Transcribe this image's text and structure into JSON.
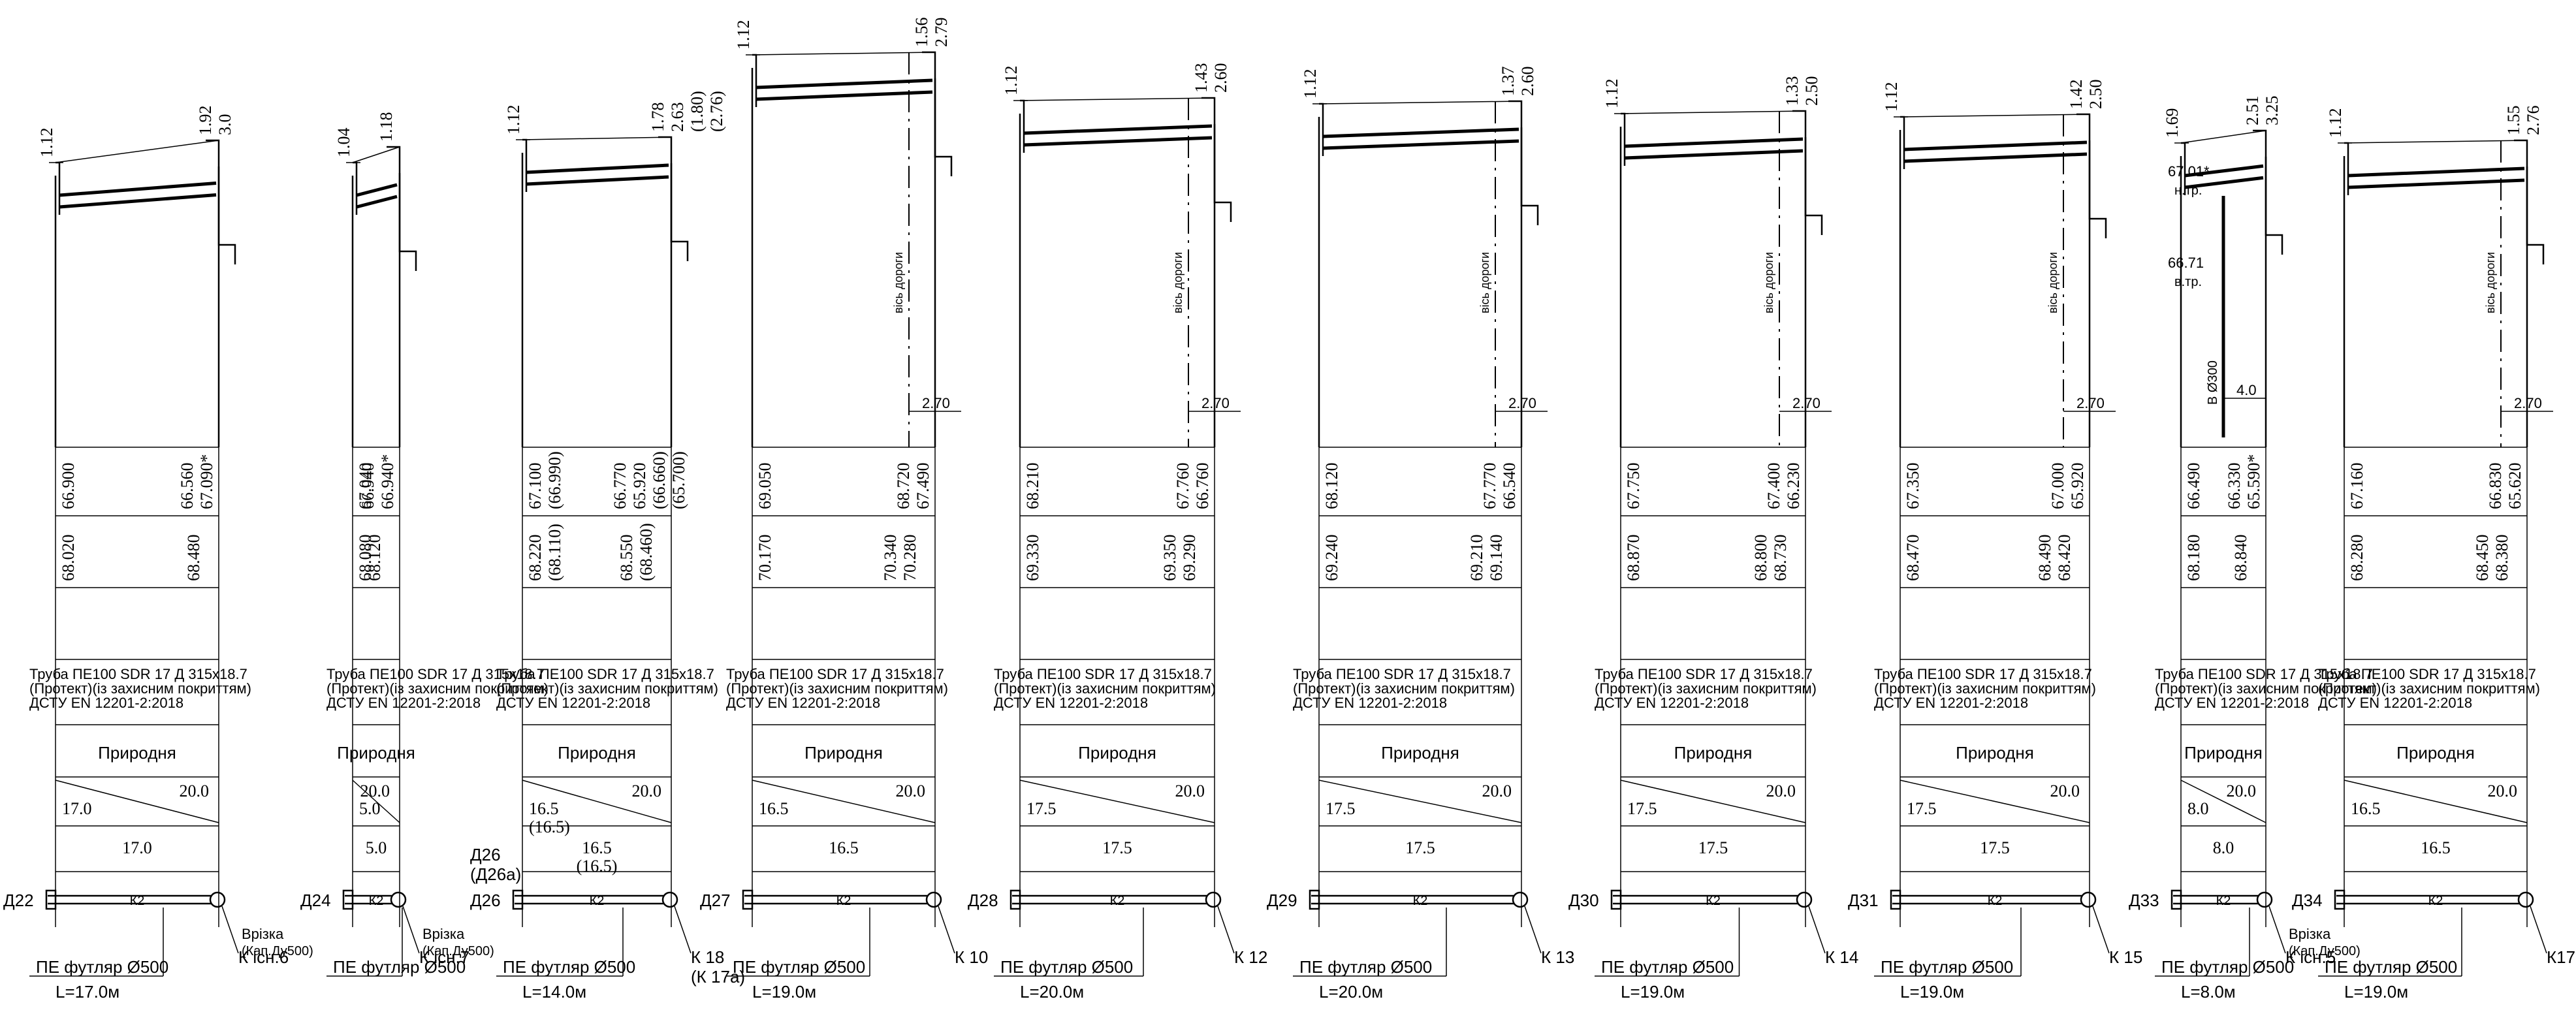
{
  "labels": {
    "pipe_title_line1": "Труба   ПЕ100 SDR 17 Д 315x18.7",
    "pipe_title_line2": "(Протект)(із захисним покриттям)",
    "pipe_title_line3": "ДСТУ EN 12201-2:2018",
    "soil": "Природня",
    "axis_road": "вісь дороги",
    "cover": "ПЕ футляр Ø500",
    "pipe_code": "К2",
    "offset": "2.70"
  },
  "profiles": [
    {
      "id": "Д22",
      "top_left": "1.12",
      "top_right": [
        "1.92",
        "3.0"
      ],
      "level_left": "66.900",
      "level_right": [
        "66.560",
        "67.090*"
      ],
      "ground_left": "68.020",
      "ground_right": [
        "68.480"
      ],
      "slope_upper": "20.0",
      "slope_lower": "17.0",
      "slope_mid": "17.0",
      "well": "К існ.6",
      "tie_in": [
        "Врізка",
        "(Кап.Ду500)"
      ],
      "length": "L=17.0м",
      "has_axis": false
    },
    {
      "id": "Д24",
      "top_left": "1.04",
      "top_right": [
        "1.18"
      ],
      "level_left": "67.040",
      "level_right": [
        "66.940",
        "66.940*"
      ],
      "ground_left": "68.080",
      "ground_right": [
        "68.120"
      ],
      "slope_upper": "20.0",
      "slope_lower": "5.0",
      "slope_mid": "5.0",
      "well": "К існ.7",
      "tie_in": [
        "Врізка",
        "(Кап.Ду500)"
      ],
      "length": "",
      "has_axis": false
    },
    {
      "id": "Д26",
      "id_alt": "(Д26а)",
      "top_left": "1.12",
      "top_right": [
        "1.78",
        "2.63",
        "(1.80)",
        "(2.76)"
      ],
      "level_left": "67.100",
      "level_left_alt": "(66.990)",
      "level_right": [
        "66.770",
        "65.920",
        "(66.660)",
        "(65.700)"
      ],
      "ground_left": "68.220",
      "ground_left_alt": "(68.110)",
      "ground_right": [
        "68.550",
        "(68.460)"
      ],
      "slope_upper": "20.0",
      "slope_lower": "16.5",
      "slope_lower_alt": "(16.5)",
      "slope_mid": "16.5",
      "slope_mid_alt": "(16.5)",
      "well": "К 18",
      "well_alt": "(К 17а)",
      "length": "L=14.0м",
      "has_axis": false
    },
    {
      "id": "Д27",
      "top_left": "1.12",
      "top_right": [
        "1.56",
        "2.79"
      ],
      "level_left": "69.050",
      "level_right": [
        "68.720",
        "67.490"
      ],
      "ground_left": "70.170",
      "ground_right": [
        "70.340",
        "70.280"
      ],
      "slope_upper": "20.0",
      "slope_lower": "16.5",
      "slope_mid": "16.5",
      "well": "К 10",
      "length": "L=19.0м",
      "has_axis": true
    },
    {
      "id": "Д28",
      "top_left": "1.12",
      "top_right": [
        "1.43",
        "2.60"
      ],
      "level_left": "68.210",
      "level_right": [
        "67.760",
        "66.760"
      ],
      "ground_left": "69.330",
      "ground_right": [
        "69.350",
        "69.290"
      ],
      "slope_upper": "20.0",
      "slope_lower": "17.5",
      "slope_mid": "17.5",
      "well": "К 12",
      "length": "L=20.0м",
      "has_axis": true
    },
    {
      "id": "Д29",
      "top_left": "1.12",
      "top_right": [
        "1.37",
        "2.60"
      ],
      "level_left": "68.120",
      "level_right": [
        "67.770",
        "66.540"
      ],
      "ground_left": "69.240",
      "ground_right": [
        "69.210",
        "69.140"
      ],
      "slope_upper": "20.0",
      "slope_lower": "17.5",
      "slope_mid": "17.5",
      "well": "К 13",
      "length": "L=20.0м",
      "has_axis": true
    },
    {
      "id": "Д30",
      "top_left": "1.12",
      "top_right": [
        "1.33",
        "2.50"
      ],
      "level_left": "67.750",
      "level_right": [
        "67.400",
        "66.230"
      ],
      "ground_left": "68.870",
      "ground_right": [
        "68.800",
        "68.730"
      ],
      "slope_upper": "20.0",
      "slope_lower": "17.5",
      "slope_mid": "17.5",
      "well": "К 14",
      "length": "L=19.0м",
      "has_axis": true
    },
    {
      "id": "Д31",
      "top_left": "1.12",
      "top_right": [
        "1.42",
        "2.50"
      ],
      "level_left": "67.350",
      "level_right": [
        "67.000",
        "65.920"
      ],
      "ground_left": "68.470",
      "ground_right": [
        "68.490",
        "68.420"
      ],
      "slope_upper": "20.0",
      "slope_lower": "17.5",
      "slope_mid": "17.5",
      "well": "К 15",
      "length": "L=19.0м",
      "has_axis": true
    },
    {
      "id": "Д33",
      "top_left": "1.69",
      "top_right": [
        "2.51",
        "3.25"
      ],
      "level_left": "66.490",
      "level_right": [
        "66.330",
        "65.590*"
      ],
      "ground_left": "68.180",
      "ground_right": [
        "68.840"
      ],
      "slope_upper": "20.0",
      "slope_lower": "8.0",
      "slope_mid": "8.0",
      "well": "К існ.5",
      "tie_in": [
        "Врізка",
        "(Кап.Ду500)"
      ],
      "length": "L=8.0м",
      "has_axis": false,
      "notes": [
        "67.01*",
        "н.тр.",
        "66.71",
        "в.тр.",
        "В Ø300",
        "4.0"
      ]
    },
    {
      "id": "Д34",
      "top_left": "1.12",
      "top_right": [
        "1.55",
        "2.76"
      ],
      "level_left": "67.160",
      "level_right": [
        "66.830",
        "65.620"
      ],
      "ground_left": "68.280",
      "ground_right": [
        "68.450",
        "68.380"
      ],
      "slope_upper": "20.0",
      "slope_lower": "16.5",
      "slope_mid": "16.5",
      "well": "К17",
      "length": "L=19.0м",
      "has_axis": true
    }
  ]
}
